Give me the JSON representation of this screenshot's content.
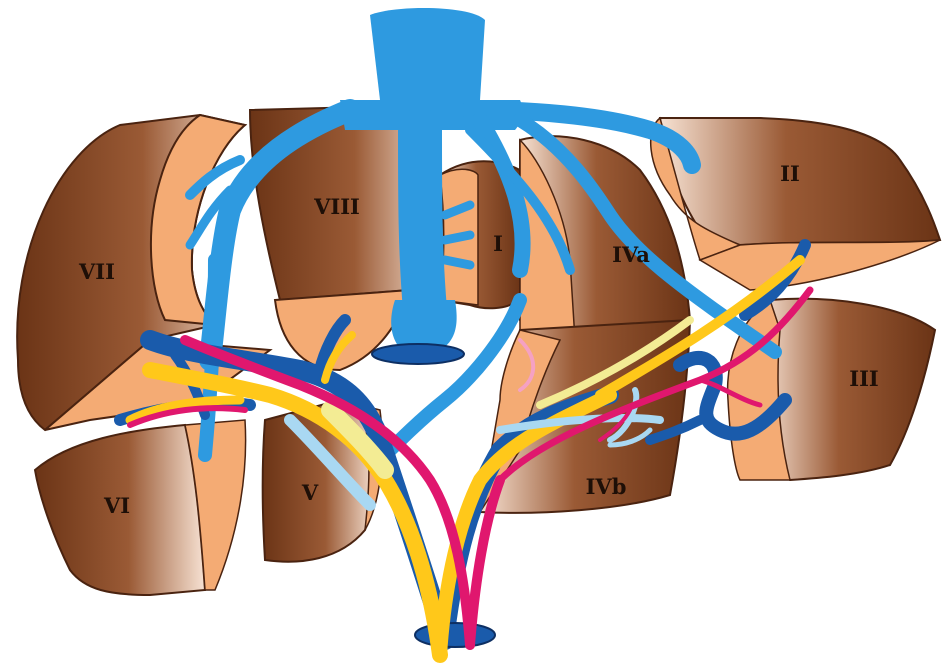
{
  "figure": {
    "segments": [
      {
        "id": "I",
        "label": "I"
      },
      {
        "id": "II",
        "label": "II"
      },
      {
        "id": "III",
        "label": "III"
      },
      {
        "id": "IVa",
        "label": "IVa"
      },
      {
        "id": "IVb",
        "label": "IVb"
      },
      {
        "id": "V",
        "label": "V"
      },
      {
        "id": "VI",
        "label": "VI"
      },
      {
        "id": "VII",
        "label": "VII"
      },
      {
        "id": "VIII",
        "label": "VIII"
      }
    ]
  },
  "colors": {
    "segment_dark": "#6b3416",
    "segment_light": "#f7e2d3",
    "segment_face": "#f4ab74",
    "outline": "#4a2310",
    "hepatic_vein": "#2e9ae0",
    "portal_vein": "#1a5bab",
    "hepatic_artery": "#e0176e",
    "bile_duct": "#ffc81a",
    "light_bile_duct": "#f3ec94",
    "light_artery_branch": "#a9d8f2"
  }
}
